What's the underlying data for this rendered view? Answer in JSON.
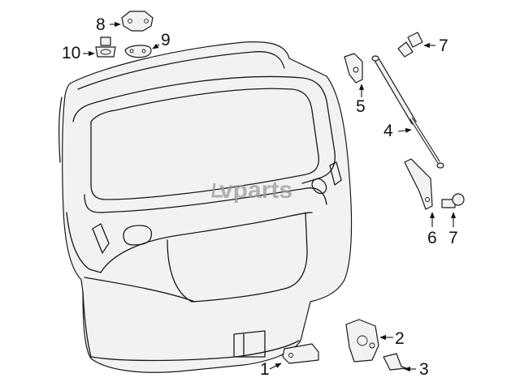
{
  "watermark": "vparts",
  "callouts": {
    "c1": "1",
    "c2": "2",
    "c3": "3",
    "c4": "4",
    "c5": "5",
    "c6": "6",
    "c7a": "7",
    "c7b": "7",
    "c8": "8",
    "c9": "9",
    "c10": "10"
  }
}
